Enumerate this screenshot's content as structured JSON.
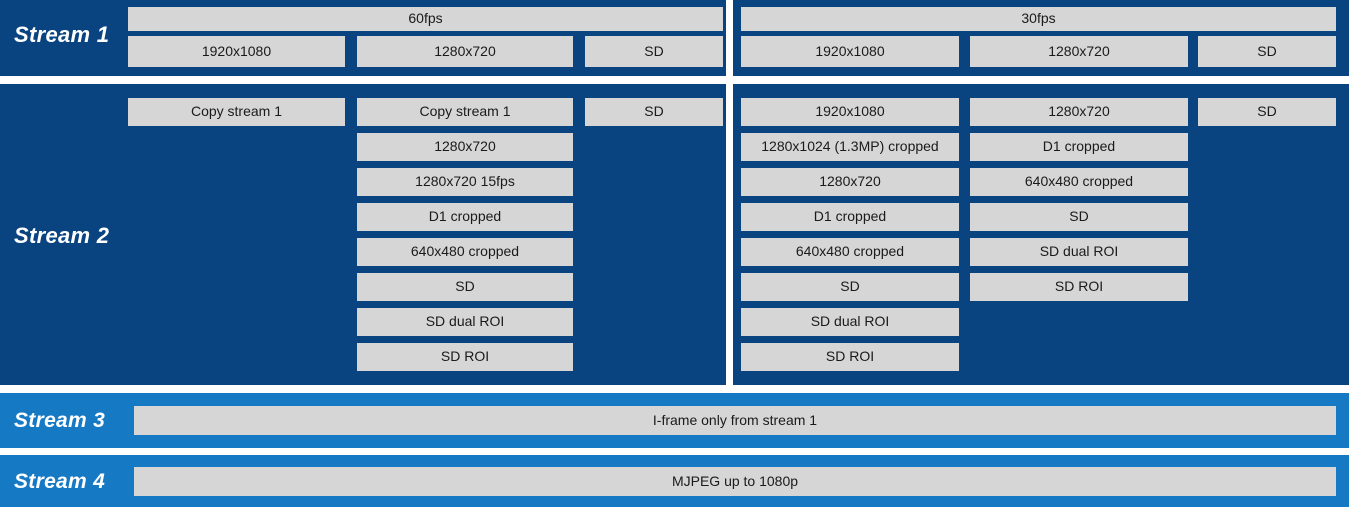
{
  "colors": {
    "panel_blue": "#0a4480",
    "band_blue": "#1679c4",
    "bar_gray": "#d6d6d6",
    "bar_text": "#1a1a1a",
    "label_text": "#ffffff",
    "background": "#ffffff"
  },
  "streams": [
    {
      "id": "stream-1",
      "label": "Stream 1",
      "groups": [
        {
          "id": "stream-1-60fps",
          "header": "60fps",
          "options": [
            "1920x1080",
            "1280x720",
            "SD"
          ]
        },
        {
          "id": "stream-1-30fps",
          "header": "30fps",
          "options": [
            "1920x1080",
            "1280x720",
            "SD"
          ]
        }
      ]
    },
    {
      "id": "stream-2",
      "label": "Stream 2",
      "groups": [
        {
          "id": "stream-2-left",
          "columns": [
            {
              "id": "stream-2-left-col-1",
              "items": [
                "Copy stream 1"
              ]
            },
            {
              "id": "stream-2-left-col-2",
              "items": [
                "Copy stream 1",
                "1280x720",
                "1280x720 15fps",
                "D1 cropped",
                "640x480 cropped",
                "SD",
                "SD dual ROI",
                "SD ROI"
              ]
            },
            {
              "id": "stream-2-left-col-3",
              "items": [
                "SD"
              ]
            }
          ]
        },
        {
          "id": "stream-2-right",
          "columns": [
            {
              "id": "stream-2-right-col-1",
              "items": [
                "1920x1080",
                "1280x1024 (1.3MP) cropped",
                "1280x720",
                "D1 cropped",
                "640x480 cropped",
                "SD",
                "SD dual ROI",
                "SD ROI"
              ]
            },
            {
              "id": "stream-2-right-col-2",
              "items": [
                "1280x720",
                "D1 cropped",
                "640x480 cropped",
                "SD",
                "SD dual ROI",
                "SD ROI"
              ]
            },
            {
              "id": "stream-2-right-col-3",
              "items": [
                "SD"
              ]
            }
          ]
        }
      ]
    },
    {
      "id": "stream-3",
      "label": "Stream 3",
      "bar": "I-frame only from stream 1"
    },
    {
      "id": "stream-4",
      "label": "Stream 4",
      "bar": "MJPEG up to 1080p"
    }
  ]
}
